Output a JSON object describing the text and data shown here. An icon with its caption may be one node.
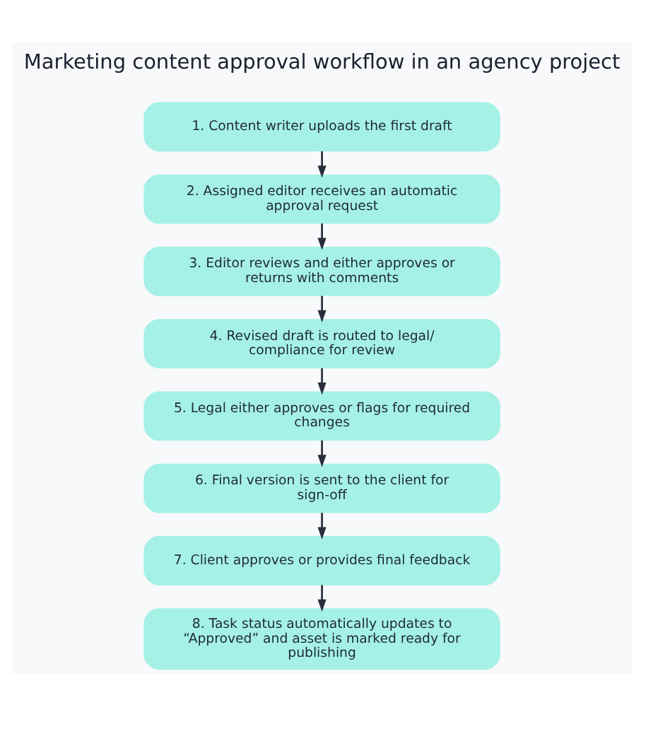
{
  "diagram": {
    "title": "Marketing content approval workflow in an agency project",
    "nodes": [
      {
        "text": [
          "1. Content writer uploads the first draft"
        ]
      },
      {
        "text": [
          "2. Assigned editor receives an automatic approval request"
        ]
      },
      {
        "text": [
          "3. Editor reviews and either approves or returns with comments"
        ]
      },
      {
        "text": [
          "4. Revised draft is routed to legal/ compliance for review"
        ]
      },
      {
        "text": [
          "5. Legal either approves or flags for required changes"
        ]
      },
      {
        "text": [
          "6. Final version is sent to the client for sign-off"
        ]
      },
      {
        "text": [
          "7. Client approves or provides final feedback"
        ]
      },
      {
        "text": [
          "8. Task status automatically updates to “Approved” and asset is marked ready for publishing"
        ]
      }
    ],
    "edges": [
      {
        "from": 0,
        "to": 1,
        "arrow": "to"
      },
      {
        "from": 1,
        "to": 2,
        "arrow": "to"
      },
      {
        "from": 2,
        "to": 3,
        "arrow": "to"
      },
      {
        "from": 3,
        "to": 4,
        "arrow": "to"
      },
      {
        "from": 4,
        "to": 5,
        "arrow": "to"
      },
      {
        "from": 5,
        "to": 6,
        "arrow": "to"
      },
      {
        "from": 6,
        "to": 7,
        "arrow": "to"
      }
    ]
  }
}
